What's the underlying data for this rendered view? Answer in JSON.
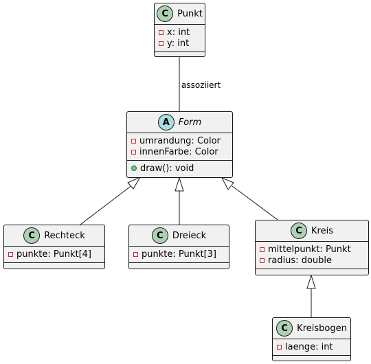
{
  "classes": {
    "punkt": {
      "kind": "class",
      "badge": "C",
      "name": "Punkt",
      "attributes": [
        {
          "visibility": "private",
          "text": "x: int"
        },
        {
          "visibility": "private",
          "text": "y: int"
        }
      ],
      "methods": []
    },
    "form": {
      "kind": "abstract",
      "badge": "A",
      "name": "Form",
      "attributes": [
        {
          "visibility": "private",
          "text": "umrandung: Color"
        },
        {
          "visibility": "private",
          "text": "innenFarbe: Color"
        }
      ],
      "methods": [
        {
          "visibility": "public",
          "text": "draw(): void"
        }
      ]
    },
    "rechteck": {
      "kind": "class",
      "badge": "C",
      "name": "Rechteck",
      "attributes": [
        {
          "visibility": "private",
          "text": "punkte: Punkt[4]"
        }
      ],
      "methods": []
    },
    "dreieck": {
      "kind": "class",
      "badge": "C",
      "name": "Dreieck",
      "attributes": [
        {
          "visibility": "private",
          "text": "punkte: Punkt[3]"
        }
      ],
      "methods": []
    },
    "kreis": {
      "kind": "class",
      "badge": "C",
      "name": "Kreis",
      "attributes": [
        {
          "visibility": "private",
          "text": "mittelpunkt: Punkt"
        },
        {
          "visibility": "private",
          "text": "radius: double"
        }
      ],
      "methods": []
    },
    "kreisbogen": {
      "kind": "class",
      "badge": "C",
      "name": "Kreisbogen",
      "attributes": [
        {
          "visibility": "private",
          "text": "laenge: int"
        }
      ],
      "methods": []
    }
  },
  "relations": [
    {
      "from": "punkt",
      "to": "form",
      "type": "association",
      "label": "assoziiert"
    },
    {
      "from": "rechteck",
      "to": "form",
      "type": "inheritance"
    },
    {
      "from": "dreieck",
      "to": "form",
      "type": "inheritance"
    },
    {
      "from": "kreis",
      "to": "form",
      "type": "inheritance"
    },
    {
      "from": "kreisbogen",
      "to": "kreis",
      "type": "inheritance"
    }
  ],
  "colors": {
    "box_fill": "#f1f1f1",
    "border": "#181818",
    "class_badge": "#add1b2",
    "abstract_badge": "#a9dcdf",
    "private_marker": "#c82930",
    "public_marker": "#84be84"
  }
}
